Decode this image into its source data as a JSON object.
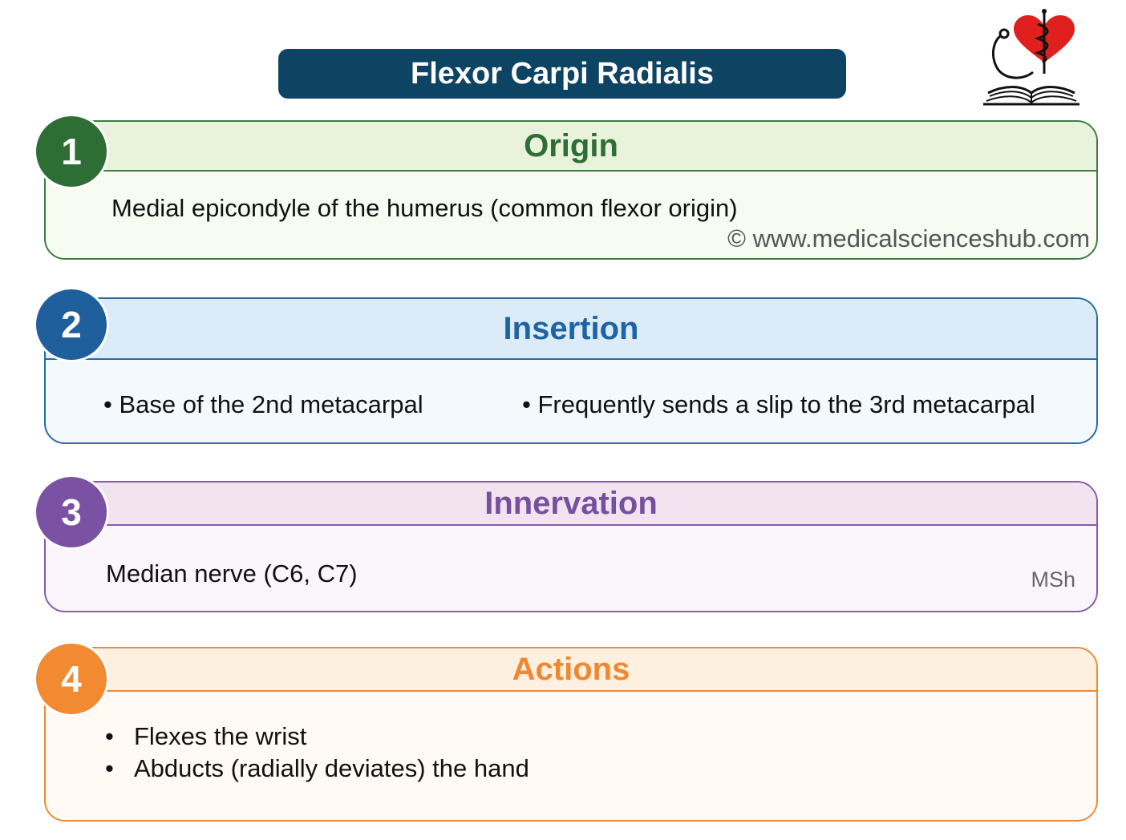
{
  "title": "Flexor Carpi Radialis",
  "sections": [
    {
      "number": "1",
      "heading": "Origin",
      "text": "Medial epicondyle of the humerus (common flexor origin)",
      "watermark": "© www.medicalscienceshub.com",
      "color": "#3e7c43"
    },
    {
      "number": "2",
      "heading": "Insertion",
      "items": [
        "• Base of the 2nd metacarpal",
        "• Frequently sends a slip to the 3rd metacarpal"
      ],
      "color": "#2a6aa8"
    },
    {
      "number": "3",
      "heading": "Innervation",
      "text": "Median nerve (C6, C7)",
      "watermark": "MSh",
      "color": "#8a5aad"
    },
    {
      "number": "4",
      "heading": "Actions",
      "bullet": "•",
      "items": [
        "Flexes the wrist",
        "Abducts (radially deviates) the hand"
      ],
      "color": "#ee8a36"
    }
  ],
  "logo": {
    "icon": "heart-caduceus-stethoscope-book-logo",
    "colors": [
      "#e0201f",
      "#111111"
    ]
  }
}
